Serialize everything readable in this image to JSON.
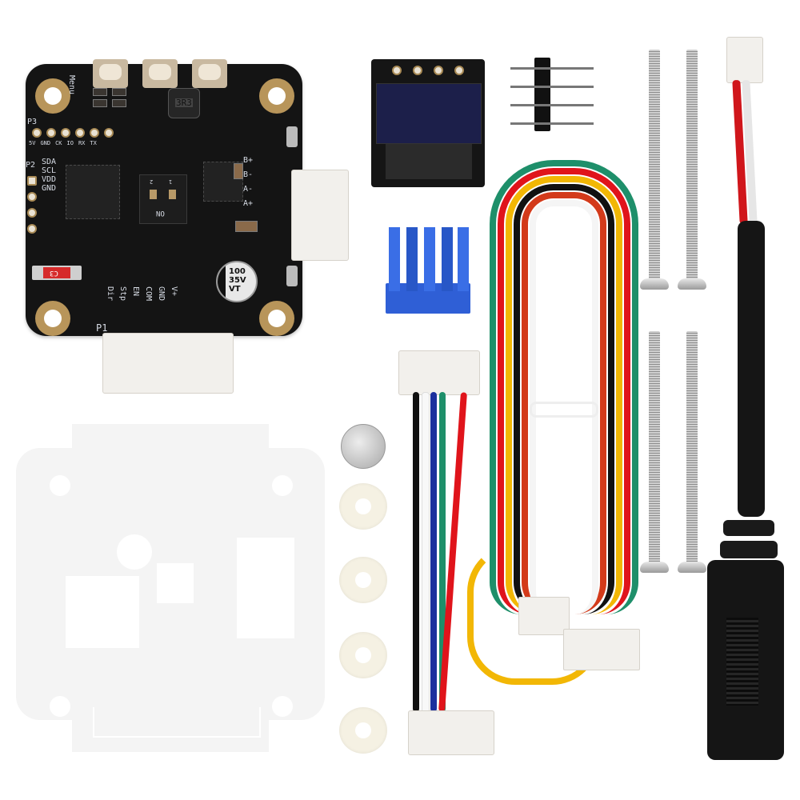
{
  "scene": {
    "description": "Closed-loop stepper motor driver kit product photo",
    "background_color": "#ffffff"
  },
  "driver_board": {
    "board_color": "#141414",
    "pad_color": "#b8955a",
    "buttons": [
      "button-1",
      "button-2",
      "button-3"
    ],
    "labels": {
      "menu": "Menu",
      "inductor": "3R3",
      "p3": "P3",
      "p3_pins": [
        "5V",
        "GND",
        "CK",
        "IO",
        "RX",
        "TX"
      ],
      "p2": "P2",
      "p2_pins": [
        "SDA",
        "SCL",
        "VDD",
        "GND"
      ],
      "motor_pins": [
        "B+",
        "B-",
        "A-",
        "A+"
      ],
      "dip_switch": "ON",
      "dip_numbers": [
        "2",
        "1"
      ],
      "cap_c3": "C3",
      "capacitor": [
        "100",
        "35V",
        "VT"
      ],
      "p1": "P1",
      "p1_pins": [
        "Dir",
        "Stp",
        "EN",
        "COM",
        "GND",
        "V+"
      ]
    }
  },
  "oled_display": {
    "screen_color": "#1c1f4a"
  },
  "pin_header": {
    "pin_count": 4
  },
  "heatsink": {
    "color": "#2f5fd6"
  },
  "magnet": {
    "label": "magnet disc"
  },
  "washers": {
    "count": 4
  },
  "screws": {
    "count": 4
  },
  "acrylic_plate": {
    "color": "#f4f4f4"
  },
  "cable_4pin": {
    "wire_colors": [
      "#111111",
      "#ffffff",
      "#1e8f6a",
      "#1d2f9e",
      "#e0141b"
    ]
  },
  "cable_6pin": {
    "wire_colors": [
      "#1e8f6a",
      "#e0141b",
      "#111111",
      "#f2b705",
      "#ffffff",
      "#d33a1a"
    ]
  },
  "power_cable": {
    "wire_colors": [
      "#d0161b",
      "#e6e6e6"
    ],
    "jack_color": "#151515"
  }
}
